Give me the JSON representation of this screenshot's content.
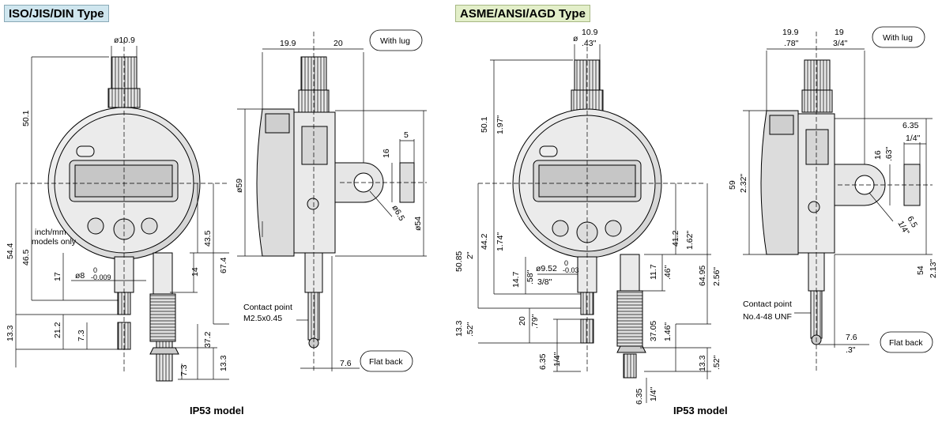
{
  "headers": {
    "iso": "ISO/JIS/DIN Type",
    "asme": "ASME/ANSI/AGD Type"
  },
  "captions": {
    "left": "IP53 model",
    "right": "IP53 model"
  },
  "labels": {
    "with_lug": "With lug",
    "flat_back": "Flat back",
    "contact_point": "Contact point",
    "contact_thread_iso": "M2.5x0.45",
    "contact_thread_asme": "No.4-48 UNF",
    "inch_mm_line1": "inch/mm",
    "inch_mm_line2": "models only"
  },
  "iso_dims": {
    "stem_top_dia": "ø10.9",
    "d50_1": "50.1",
    "d54_4": "54.4",
    "d46_5": "46.5",
    "d17": "17",
    "stem_dia": "ø8",
    "stem_tol_upper": "0",
    "stem_tol_lower": "-0.009",
    "d13_3": "13.3",
    "d21_2": "21.2",
    "d7_3a": "7.3",
    "d43_5": "43.5",
    "d67_4": "67.4",
    "d14": "14",
    "d37_2": "37.2",
    "d13_3b": "13.3",
    "d7_3b": "7.3",
    "d19_9": "19.9",
    "d20": "20",
    "body_dia": "ø59",
    "d5": "5",
    "d16": "16",
    "lug_hole": "ø6.5",
    "lug_dia": "ø54",
    "d7_6": "7.6"
  },
  "asme_dims": {
    "stem_top_dia": "ø",
    "d10_9": "10.9",
    "d10_9_in": ".43\"",
    "d50_1": "50.1",
    "d50_1_in": "1.97\"",
    "d50_85": "50.85",
    "d50_85_in": "2\"",
    "d44_2": "44.2",
    "d44_2_in": "1.74\"",
    "d14_7": "14.7",
    "d14_7_in": ".58\"",
    "stem_dia": "ø9.52",
    "stem_tol_upper": "0",
    "stem_tol_lower": "-0.03",
    "stem_dia_in": "3/8\"",
    "d13_3": "13.3",
    "d13_3_in": ".52\"",
    "d20": "20",
    "d20_in": ".79\"",
    "d6_35": "6.35",
    "d6_35_in": "1/4\"",
    "d41_2": "41.2",
    "d41_2_in": "1.62\"",
    "d11_7": "11.7",
    "d11_7_in": ".46\"",
    "d64_95": "64.95",
    "d64_95_in": "2.56\"",
    "d37_05": "37.05",
    "d37_05_in": "1.46\"",
    "d13_3b": "13.3",
    "d13_3b_in": ".52\"",
    "d6_35b": "6.35",
    "d6_35b_in": "1/4\"",
    "d19_9": "19.9",
    "d19_9_in": ".78\"",
    "d19": "19",
    "d19_in": "3/4\"",
    "d59": "59",
    "d59_in": "2.32\"",
    "d6_35c": "6.35",
    "d6_35c_in": "1/4\"",
    "d16": "16",
    "d16_in": ".63\"",
    "lug_hole": "6.5",
    "lug_hole_in": "1/4\"",
    "d54": "54",
    "d54_in": "2.13\"",
    "d7_6": "7.6",
    "d7_6_in": ".3\""
  }
}
